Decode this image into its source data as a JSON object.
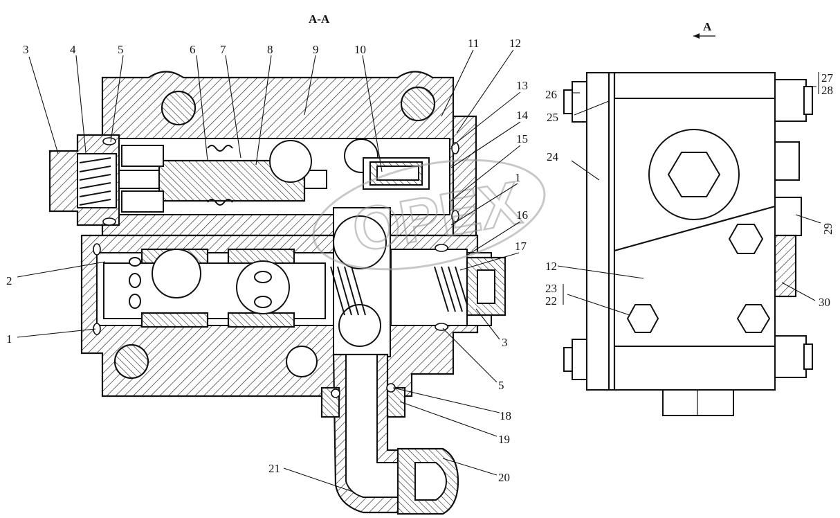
{
  "section_title": "А-А",
  "view_title": "А",
  "callouts": {
    "c1": "1",
    "c1b": "1",
    "c2": "2",
    "c3": "3",
    "c3b": "3",
    "c4": "4",
    "c5": "5",
    "c5b": "5",
    "c6": "6",
    "c7": "7",
    "c8": "8",
    "c9": "9",
    "c10": "10",
    "c11": "11",
    "c12": "12",
    "c12b": "12",
    "c13": "13",
    "c14": "14",
    "c15": "15",
    "c16": "16",
    "c17": "17",
    "c18": "18",
    "c19": "19",
    "c20": "20",
    "c21": "21",
    "c22": "22",
    "c23": "23",
    "c24": "24",
    "c25": "25",
    "c26": "26",
    "c27": "27",
    "c28": "28",
    "c29": "29",
    "c30": "30"
  },
  "watermark": "OPEX"
}
